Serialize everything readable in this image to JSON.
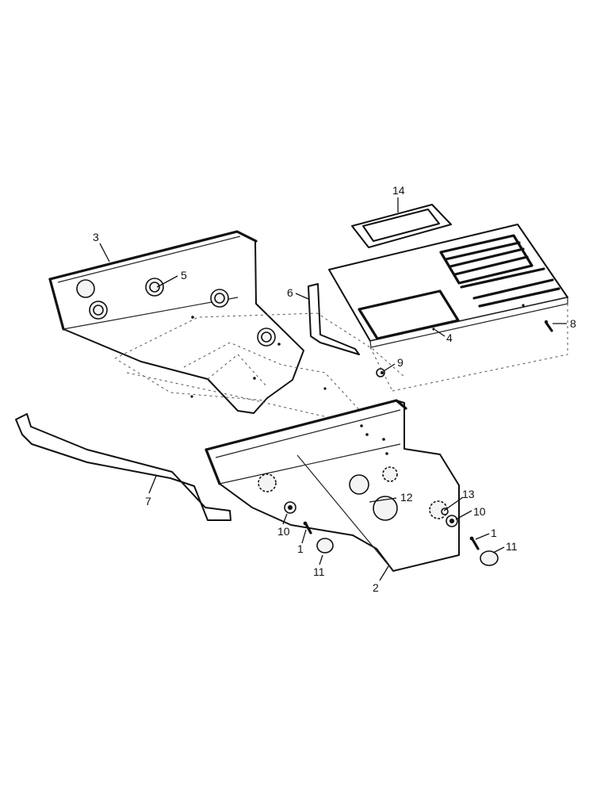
{
  "callouts": {
    "c1a": "1",
    "c1b": "1",
    "c2": "2",
    "c3": "3",
    "c4": "4",
    "c5": "5",
    "c6": "6",
    "c7": "7",
    "c8": "8",
    "c9": "9",
    "c10a": "10",
    "c10b": "10",
    "c11a": "11",
    "c11b": "11",
    "c12": "12",
    "c13": "13",
    "c14": "14"
  }
}
